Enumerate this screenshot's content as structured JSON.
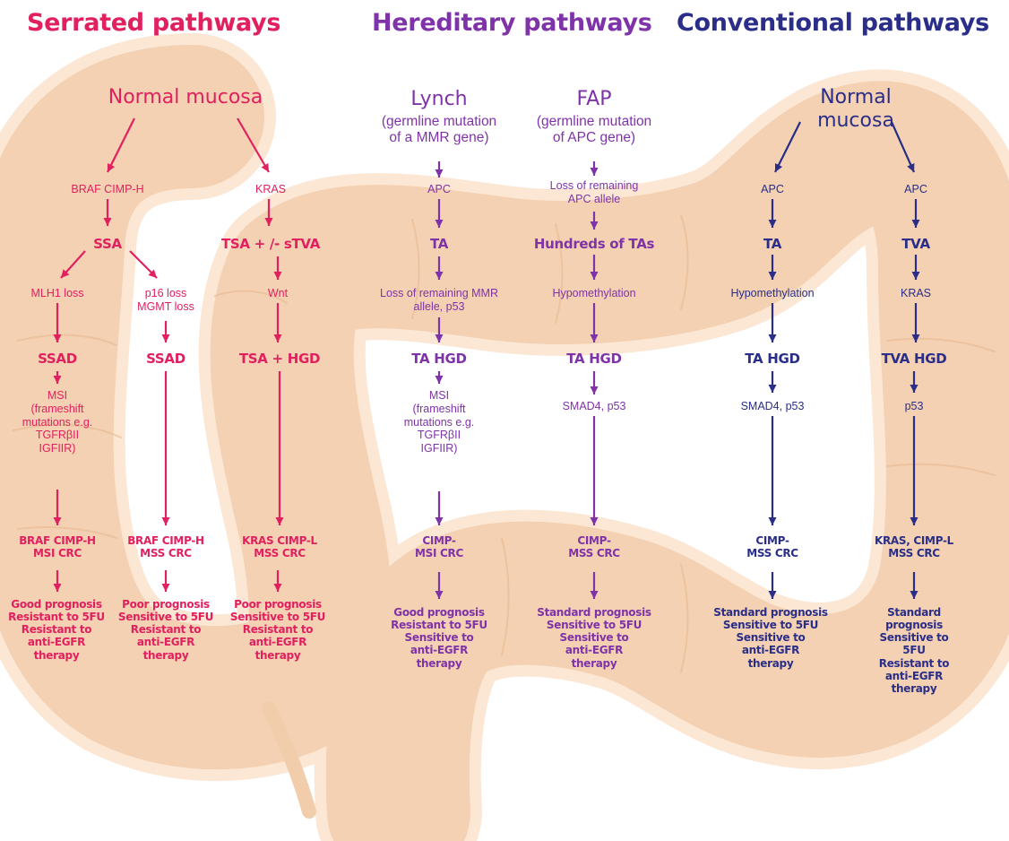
{
  "colors": {
    "serrated": "#e0205f",
    "hereditary": "#7f33a8",
    "conventional": "#2a2e88",
    "colon_fill": "#f3d2b3",
    "colon_rim": "#fbe8d6",
    "background": "#ffffff"
  },
  "headers": {
    "serrated": "Serrated pathways",
    "hereditary": "Hereditary pathways",
    "conventional": "Conventional pathways"
  },
  "serrated": {
    "start": "Normal mucosa",
    "left": {
      "trigger": "BRAF CIMP-H",
      "ssa": "SSA",
      "a_event": "MLH1 loss",
      "a_lesion": "SSAD",
      "a_event2": "MSI\n(frameshift\nmutations e.g.\nTGFRβII\nIGFIIR)",
      "a_crc": "BRAF CIMP-H\nMSI CRC",
      "a_outcome": "Good prognosis\nResistant to 5FU\nResistant to\nanti-EGFR\ntherapy",
      "b_event": "p16 loss\nMGMT loss",
      "b_lesion": "SSAD",
      "b_crc": "BRAF CIMP-H\nMSS CRC",
      "b_outcome": "Poor prognosis\nSensitive to 5FU\nResistant to\nanti-EGFR\ntherapy"
    },
    "right": {
      "trigger": "KRAS",
      "tsa": "TSA + /- sTVA",
      "event": "Wnt",
      "lesion": "TSA + HGD",
      "crc": "KRAS CIMP-L\nMSS CRC",
      "outcome": "Poor prognosis\nSensitive to 5FU\nResistant to\nanti-EGFR\ntherapy"
    }
  },
  "hereditary": {
    "lynch": {
      "title": "Lynch",
      "subtitle": "(germline mutation\nof a MMR gene)",
      "step1": "APC",
      "lesion1": "TA",
      "step2": "Loss of remaining MMR\nallele, p53",
      "lesion2": "TA HGD",
      "step3": "MSI\n(frameshift\nmutations e.g.\nTGFRβII\nIGFIIR)",
      "crc": "CIMP-\nMSI CRC",
      "outcome": "Good prognosis\nResistant to 5FU\nSensitive to\nanti-EGFR\ntherapy"
    },
    "fap": {
      "title": "FAP",
      "subtitle": "(germline mutation\nof APC gene)",
      "step1": "Loss of remaining\nAPC allele",
      "lesion1": "Hundreds of TAs",
      "step2": "Hypomethylation",
      "lesion2": "TA HGD",
      "step3": "SMAD4, p53",
      "crc": "CIMP-\nMSS CRC",
      "outcome": "Standard prognosis\nSensitive to 5FU\nSensitive to\nanti-EGFR\ntherapy"
    }
  },
  "conventional": {
    "start": "Normal mucosa",
    "left": {
      "step1": "APC",
      "lesion1": "TA",
      "step2": "Hypomethylation",
      "lesion2": "TA HGD",
      "step3": "SMAD4, p53",
      "crc": "CIMP-\nMSS CRC",
      "outcome": "Standard prognosis\nSensitive to 5FU\nSensitive to\nanti-EGFR\ntherapy"
    },
    "right": {
      "step1": "APC",
      "lesion1": "TVA",
      "step2": "KRAS",
      "lesion2": "TVA HGD",
      "step3": "p53",
      "crc": "KRAS, CIMP-L\nMSS CRC",
      "outcome": "Standard prognosis\nSensitive to 5FU\nResistant to\nanti-EGFR\ntherapy"
    }
  }
}
